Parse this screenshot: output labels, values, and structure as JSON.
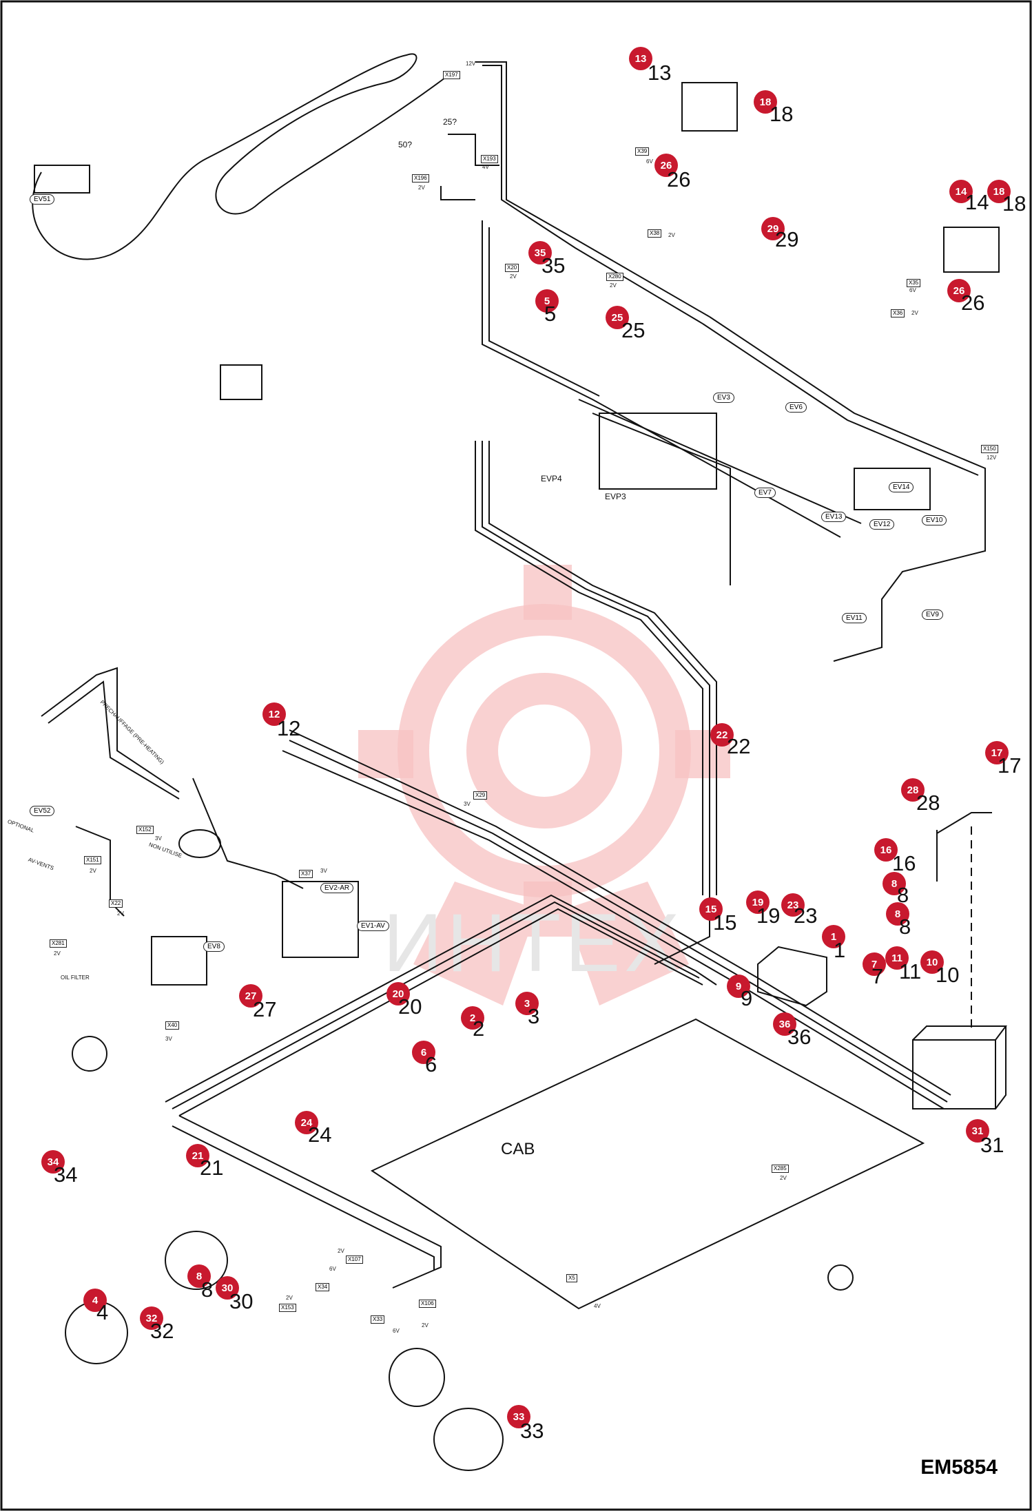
{
  "diagram_code": "EM5854",
  "watermark_text": "ИНТЕХ",
  "cab_label": "CAB",
  "colors": {
    "callout": "#c8192e",
    "line": "#111111",
    "watermark": "#f3b3b3"
  },
  "callouts": [
    {
      "n": "13",
      "label": "13"
    },
    {
      "n": "18a",
      "label": "18"
    },
    {
      "n": "26a",
      "label": "26"
    },
    {
      "n": "14",
      "label": "14"
    },
    {
      "n": "18b",
      "label": "18"
    },
    {
      "n": "26b",
      "label": "26"
    },
    {
      "n": "29",
      "label": "29"
    },
    {
      "n": "35",
      "label": "35"
    },
    {
      "n": "5",
      "label": "5"
    },
    {
      "n": "25",
      "label": "25"
    },
    {
      "n": "12",
      "label": "12"
    },
    {
      "n": "22",
      "label": "22"
    },
    {
      "n": "17",
      "label": "17"
    },
    {
      "n": "28",
      "label": "28"
    },
    {
      "n": "16",
      "label": "16"
    },
    {
      "n": "8a",
      "label": "8"
    },
    {
      "n": "8b",
      "label": "8"
    },
    {
      "n": "15",
      "label": "15"
    },
    {
      "n": "19",
      "label": "19"
    },
    {
      "n": "23",
      "label": "23"
    },
    {
      "n": "1",
      "label": "1"
    },
    {
      "n": "7",
      "label": "7"
    },
    {
      "n": "11",
      "label": "11"
    },
    {
      "n": "10",
      "label": "10"
    },
    {
      "n": "9",
      "label": "9"
    },
    {
      "n": "36",
      "label": "36"
    },
    {
      "n": "20",
      "label": "20"
    },
    {
      "n": "2",
      "label": "2"
    },
    {
      "n": "3",
      "label": "3"
    },
    {
      "n": "6",
      "label": "6"
    },
    {
      "n": "27",
      "label": "27"
    },
    {
      "n": "31",
      "label": "31"
    },
    {
      "n": "24",
      "label": "24"
    },
    {
      "n": "21",
      "label": "21"
    },
    {
      "n": "34",
      "label": "34"
    },
    {
      "n": "8c",
      "label": "8"
    },
    {
      "n": "30",
      "label": "30"
    },
    {
      "n": "4",
      "label": "4"
    },
    {
      "n": "32",
      "label": "32"
    },
    {
      "n": "33",
      "label": "33"
    }
  ],
  "connectors": [
    {
      "id": "X197",
      "v": "12V"
    },
    {
      "id": "X193",
      "v": "4V"
    },
    {
      "id": "X196",
      "v": "2V"
    },
    {
      "id": "X39",
      "v": "6V"
    },
    {
      "id": "X38",
      "v": "2V"
    },
    {
      "id": "X35",
      "v": "6V"
    },
    {
      "id": "X36",
      "v": "2V"
    },
    {
      "id": "X20",
      "v": "2V"
    },
    {
      "id": "X280",
      "v": "2V"
    },
    {
      "id": "X150",
      "v": "12V"
    },
    {
      "id": "X29",
      "v": "3V"
    },
    {
      "id": "X152",
      "v": "3V"
    },
    {
      "id": "X151",
      "v": "2V"
    },
    {
      "id": "X37",
      "v": "3V"
    },
    {
      "id": "X22",
      "v": "2V"
    },
    {
      "id": "X281",
      "v": "2V"
    },
    {
      "id": "X40",
      "v": "3V"
    },
    {
      "id": "X285",
      "v": "2V"
    },
    {
      "id": "X107",
      "v": "2V"
    },
    {
      "id": "X34",
      "v": "6V"
    },
    {
      "id": "X153",
      "v": "2V"
    },
    {
      "id": "X106",
      "v": "2V"
    },
    {
      "id": "X33",
      "v": "6V"
    },
    {
      "id": "X5",
      "v": "4V"
    }
  ],
  "valves": [
    "EV51",
    "EV3",
    "EV6",
    "EV7",
    "EVP4",
    "EVP3",
    "EV14",
    "EV13",
    "EV12",
    "EV10",
    "EV11",
    "EV9",
    "EV52",
    "EV2-AR",
    "EV1-AV",
    "EV8"
  ],
  "labels": {
    "q25": "25?",
    "q50": "50?",
    "preheat": "PRECHAUFFAGE (PRE-HEATING)",
    "oil_filter": "OIL FILTER",
    "non_utilise": "NON UTILISE",
    "optional": "OPTIONAL",
    "av_vents": "AV-VENTS"
  }
}
